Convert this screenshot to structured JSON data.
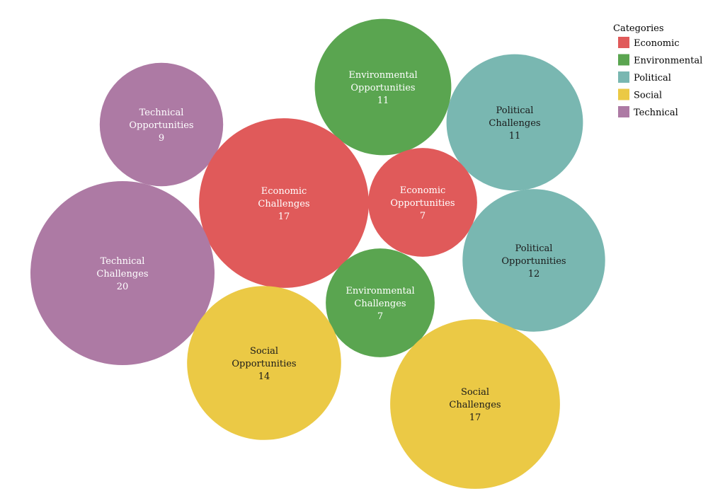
{
  "chart_data": {
    "type": "bubble",
    "legend": {
      "title": "Categories",
      "placement": "top-right",
      "entries": [
        {
          "category": "Economic",
          "color": "#e05a5a"
        },
        {
          "category": "Environmental",
          "color": "#5aa550"
        },
        {
          "category": "Political",
          "color": "#79b7b1"
        },
        {
          "category": "Social",
          "color": "#ebc945"
        },
        {
          "category": "Technical",
          "color": "#ad7aa4"
        }
      ]
    },
    "bubbles": [
      {
        "category": "Environmental",
        "label_lines": [
          "Environmental",
          "Opportunities"
        ],
        "value": 11
      },
      {
        "category": "Technical",
        "label_lines": [
          "Technical",
          "Opportunities"
        ],
        "value": 9
      },
      {
        "category": "Political",
        "label_lines": [
          "Political",
          "Challenges"
        ],
        "value": 11
      },
      {
        "category": "Economic",
        "label_lines": [
          "Economic",
          "Challenges"
        ],
        "value": 17
      },
      {
        "category": "Economic",
        "label_lines": [
          "Economic",
          "Opportunities"
        ],
        "value": 7
      },
      {
        "category": "Technical",
        "label_lines": [
          "Technical",
          "Challenges"
        ],
        "value": 20
      },
      {
        "category": "Political",
        "label_lines": [
          "Political",
          "Opportunities"
        ],
        "value": 12
      },
      {
        "category": "Environmental",
        "label_lines": [
          "Environmental",
          "Challenges"
        ],
        "value": 7
      },
      {
        "category": "Social",
        "label_lines": [
          "Social",
          "Opportunities"
        ],
        "value": 14
      },
      {
        "category": "Social",
        "label_lines": [
          "Social",
          "Challenges"
        ],
        "value": 17
      }
    ]
  }
}
